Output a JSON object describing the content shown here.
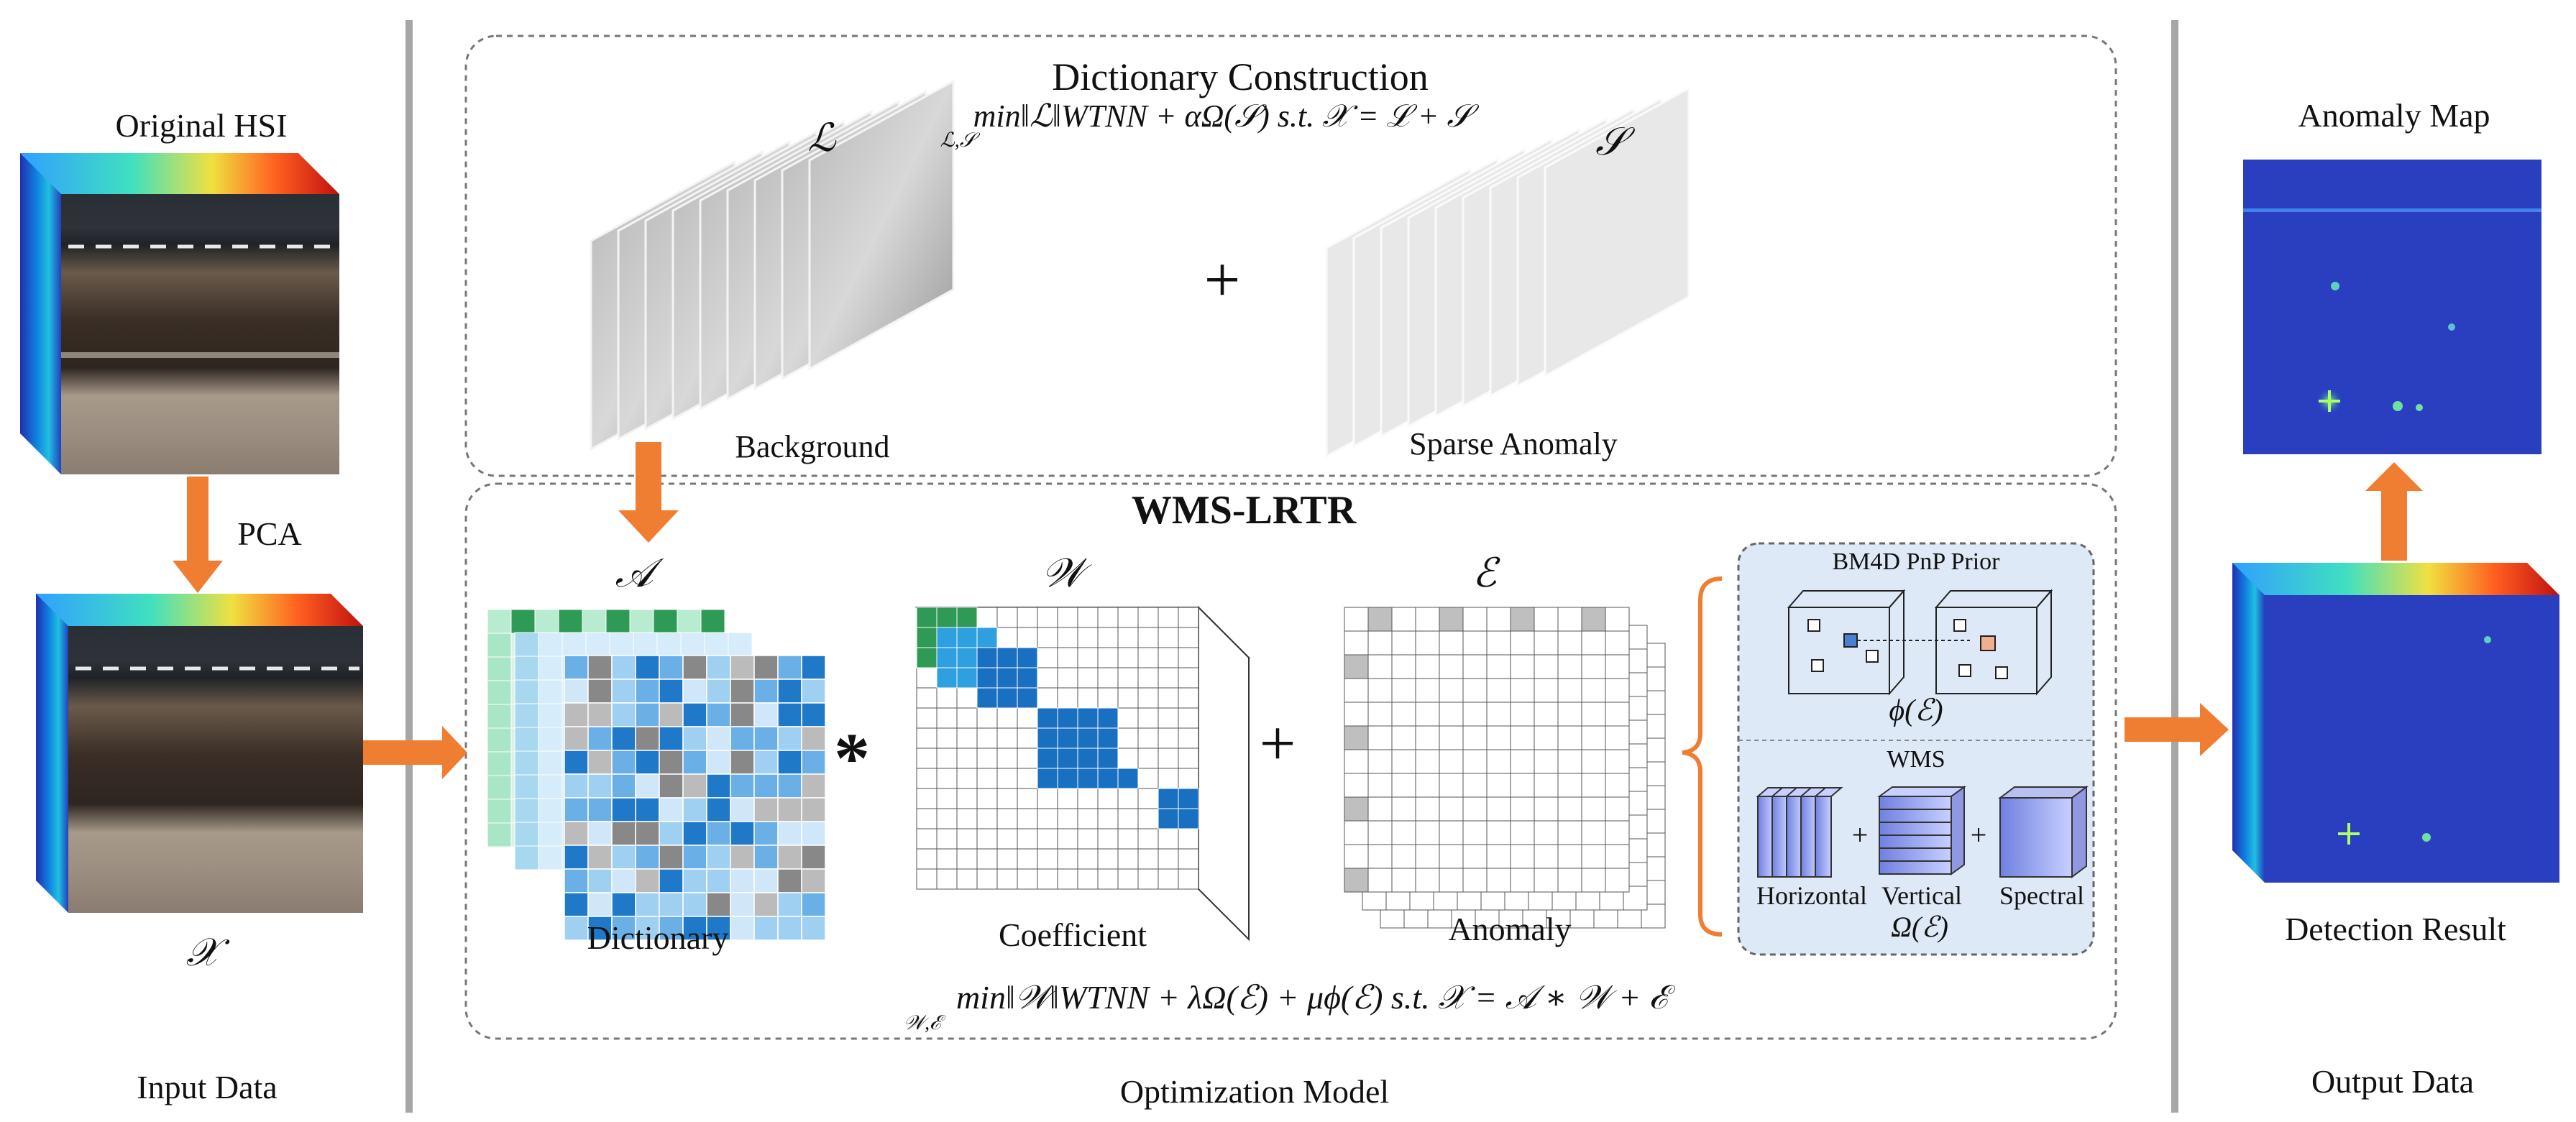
{
  "sections": {
    "input": "Input Data",
    "model": "Optimization Model",
    "output": "Output Data"
  },
  "input": {
    "original_title": "Original HSI",
    "pca_label": "PCA",
    "x_symbol": "𝒳"
  },
  "dict_construction": {
    "title": "Dictionary Construction",
    "equation": "min‖ℒ‖WTNN + αΩ(𝒮)  s.t. 𝒳 = ℒ + 𝒮",
    "equation_sub": "ℒ,𝒮",
    "L_symbol": "ℒ",
    "S_symbol": "𝒮",
    "plus": "+",
    "background_label": "Background",
    "sparse_label": "Sparse Anomaly"
  },
  "wms_lrtr": {
    "title": "WMS-LRTR",
    "A_symbol": "𝒜",
    "W_symbol": "𝒲",
    "E_symbol": "ℰ",
    "star": "*",
    "plus": "+",
    "dictionary_label": "Dictionary",
    "coefficient_label": "Coefficient",
    "anomaly_label": "Anomaly",
    "equation": "min‖𝒲‖WTNN + λΩ(ℰ) + μϕ(ℰ)  s.t. 𝒳 = 𝒜 ∗ 𝒲 + ℰ",
    "equation_sub": "𝒲,ℰ"
  },
  "prior_panel": {
    "bm4d_title": "BM4D PnP Prior",
    "phi_label": "ϕ(ℰ)",
    "wms_title": "WMS",
    "horizontal": "Horizontal",
    "vertical": "Vertical",
    "spectral": "Spectral",
    "omega_label": "Ω(ℰ)",
    "plus": "+"
  },
  "output": {
    "anomaly_map_title": "Anomaly Map",
    "detection_label": "Detection Result"
  },
  "colors": {
    "arrow": "#ef7d32",
    "divider": "#a6a6a6",
    "dashed_border": "#777777",
    "prior_panel_bg": "#dde9f6",
    "dict_blue_dark": "#1f78c8",
    "dict_blue_light": "#9fd0f2",
    "dict_green": "#2e9a55",
    "coef_blue": "#1a70c0",
    "anomaly_gray": "#bfbfbf",
    "map_bg": "#1f3fbf"
  }
}
